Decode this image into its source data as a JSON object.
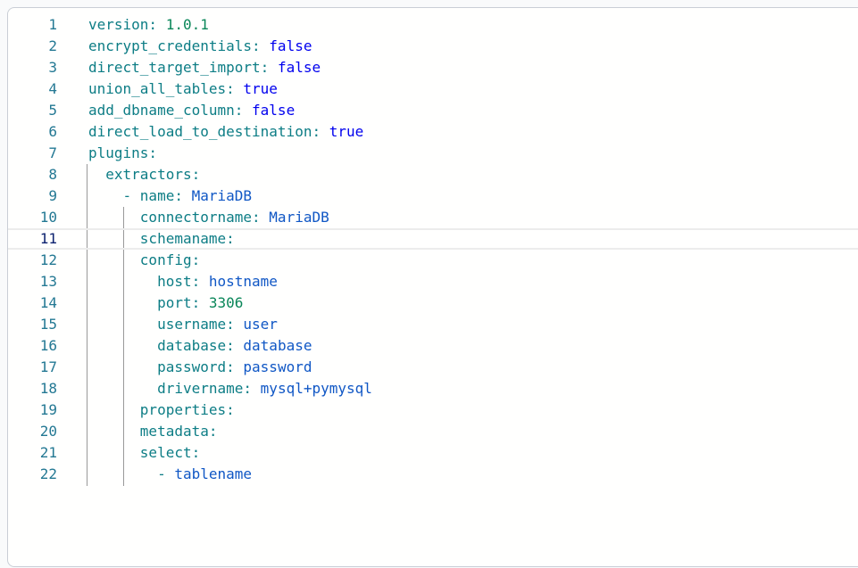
{
  "theme": {
    "page_bg": "#f9fafb",
    "panel_bg": "#fffffe",
    "panel_border": "#c9ced6",
    "line_number": "#237893",
    "active_line_number": "#0b216f",
    "key_color": "#0d7d85",
    "string_color": "#1057c5",
    "keyword_color": "#0000ee",
    "number_color": "#098658",
    "indent_guide": "#999999",
    "current_line_border": "#ececec"
  },
  "editor": {
    "language": "yaml",
    "active_line": 11,
    "lines": [
      {
        "n": 1,
        "tokens": [
          [
            "key",
            "version:"
          ],
          [
            "pln",
            " "
          ],
          [
            "num",
            "1.0.1"
          ]
        ]
      },
      {
        "n": 2,
        "tokens": [
          [
            "key",
            "encrypt_credentials:"
          ],
          [
            "pln",
            " "
          ],
          [
            "kw",
            "false"
          ]
        ]
      },
      {
        "n": 3,
        "tokens": [
          [
            "key",
            "direct_target_import:"
          ],
          [
            "pln",
            " "
          ],
          [
            "kw",
            "false"
          ]
        ]
      },
      {
        "n": 4,
        "tokens": [
          [
            "key",
            "union_all_tables:"
          ],
          [
            "pln",
            " "
          ],
          [
            "kw",
            "true"
          ]
        ]
      },
      {
        "n": 5,
        "tokens": [
          [
            "key",
            "add_dbname_column:"
          ],
          [
            "pln",
            " "
          ],
          [
            "kw",
            "false"
          ]
        ]
      },
      {
        "n": 6,
        "tokens": [
          [
            "key",
            "direct_load_to_destination:"
          ],
          [
            "pln",
            " "
          ],
          [
            "kw",
            "true"
          ]
        ]
      },
      {
        "n": 7,
        "tokens": [
          [
            "key",
            "plugins:"
          ]
        ]
      },
      {
        "n": 8,
        "tokens": [
          [
            "pln",
            "  "
          ],
          [
            "key",
            "extractors:"
          ]
        ]
      },
      {
        "n": 9,
        "tokens": [
          [
            "pln",
            "    "
          ],
          [
            "dash",
            "- "
          ],
          [
            "key",
            "name:"
          ],
          [
            "pln",
            " "
          ],
          [
            "str",
            "MariaDB"
          ]
        ]
      },
      {
        "n": 10,
        "tokens": [
          [
            "pln",
            "      "
          ],
          [
            "key",
            "connectorname:"
          ],
          [
            "pln",
            " "
          ],
          [
            "str",
            "MariaDB"
          ]
        ]
      },
      {
        "n": 11,
        "tokens": [
          [
            "pln",
            "      "
          ],
          [
            "key",
            "schemaname:"
          ]
        ]
      },
      {
        "n": 12,
        "tokens": [
          [
            "pln",
            "      "
          ],
          [
            "key",
            "config:"
          ]
        ]
      },
      {
        "n": 13,
        "tokens": [
          [
            "pln",
            "        "
          ],
          [
            "key",
            "host:"
          ],
          [
            "pln",
            " "
          ],
          [
            "str",
            "hostname"
          ]
        ]
      },
      {
        "n": 14,
        "tokens": [
          [
            "pln",
            "        "
          ],
          [
            "key",
            "port:"
          ],
          [
            "pln",
            " "
          ],
          [
            "num",
            "3306"
          ]
        ]
      },
      {
        "n": 15,
        "tokens": [
          [
            "pln",
            "        "
          ],
          [
            "key",
            "username:"
          ],
          [
            "pln",
            " "
          ],
          [
            "str",
            "user"
          ]
        ]
      },
      {
        "n": 16,
        "tokens": [
          [
            "pln",
            "        "
          ],
          [
            "key",
            "database:"
          ],
          [
            "pln",
            " "
          ],
          [
            "str",
            "database"
          ]
        ]
      },
      {
        "n": 17,
        "tokens": [
          [
            "pln",
            "        "
          ],
          [
            "key",
            "password:"
          ],
          [
            "pln",
            " "
          ],
          [
            "str",
            "password"
          ]
        ]
      },
      {
        "n": 18,
        "tokens": [
          [
            "pln",
            "        "
          ],
          [
            "key",
            "drivername:"
          ],
          [
            "pln",
            " "
          ],
          [
            "str",
            "mysql+pymysql"
          ]
        ]
      },
      {
        "n": 19,
        "tokens": [
          [
            "pln",
            "      "
          ],
          [
            "key",
            "properties:"
          ]
        ]
      },
      {
        "n": 20,
        "tokens": [
          [
            "pln",
            "      "
          ],
          [
            "key",
            "metadata:"
          ]
        ]
      },
      {
        "n": 21,
        "tokens": [
          [
            "pln",
            "      "
          ],
          [
            "key",
            "select:"
          ]
        ]
      },
      {
        "n": 22,
        "tokens": [
          [
            "pln",
            "        "
          ],
          [
            "dash",
            "- "
          ],
          [
            "str",
            "tablename"
          ]
        ]
      }
    ]
  }
}
